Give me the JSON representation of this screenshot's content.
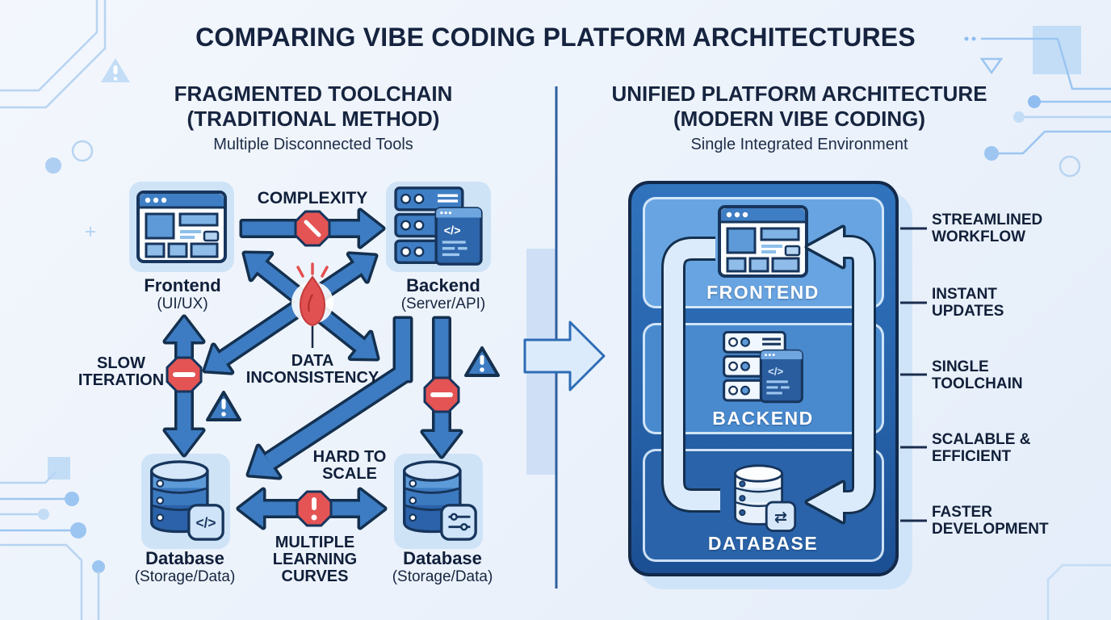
{
  "title": "COMPARING VIBE CODING PLATFORM ARCHITECTURES",
  "left_column": {
    "heading": [
      "FRAGMENTED TOOLCHAIN",
      "(TRADITIONAL METHOD)"
    ],
    "subheading": "Multiple Disconnected Tools",
    "nodes": {
      "frontend": {
        "label": "Frontend",
        "sublabel": "(UI/UX)"
      },
      "backend": {
        "label": "Backend",
        "sublabel": "(Server/API)"
      },
      "database_left": {
        "label": "Database",
        "sublabel": "(Storage/Data)"
      },
      "database_right": {
        "label": "Database",
        "sublabel": "(Storage/Data)"
      }
    },
    "pain_points": {
      "complexity": "COMPLEXITY",
      "slow_iteration": [
        "SLOW",
        "ITERATION"
      ],
      "data_inconsistency": [
        "DATA",
        "INCONSISTENCY"
      ],
      "hard_to_scale": [
        "HARD TO",
        "SCALE"
      ],
      "multiple_learning_curves": [
        "MULTIPLE",
        "LEARNING",
        "CURVES"
      ]
    }
  },
  "right_column": {
    "heading": [
      "UNIFIED PLATFORM ARCHITECTURE",
      "(MODERN VIBE CODING)"
    ],
    "subheading": "Single Integrated Environment",
    "layers": [
      "FRONTEND",
      "BACKEND",
      "DATABASE"
    ],
    "benefits": [
      [
        "STREAMLINED",
        "WORKFLOW"
      ],
      [
        "INSTANT",
        "UPDATES"
      ],
      [
        "SINGLE",
        "TOOLCHAIN"
      ],
      [
        "SCALABLE &",
        "EFFICIENT"
      ],
      [
        "FASTER",
        "DEVELOPMENT"
      ]
    ]
  },
  "icons": {
    "code_glyph": "</>",
    "sync_glyph": "⇄"
  },
  "colors": {
    "arrow_blue": "#3d7cc2",
    "outline_navy": "#14304f",
    "alert_red": "#e45454",
    "panel_blue": "#2a68b2",
    "panel_light": "#cfe4f8",
    "background": "#eef4fc",
    "decor_blue": "#b7d4f1",
    "text_navy": "#15233f"
  }
}
